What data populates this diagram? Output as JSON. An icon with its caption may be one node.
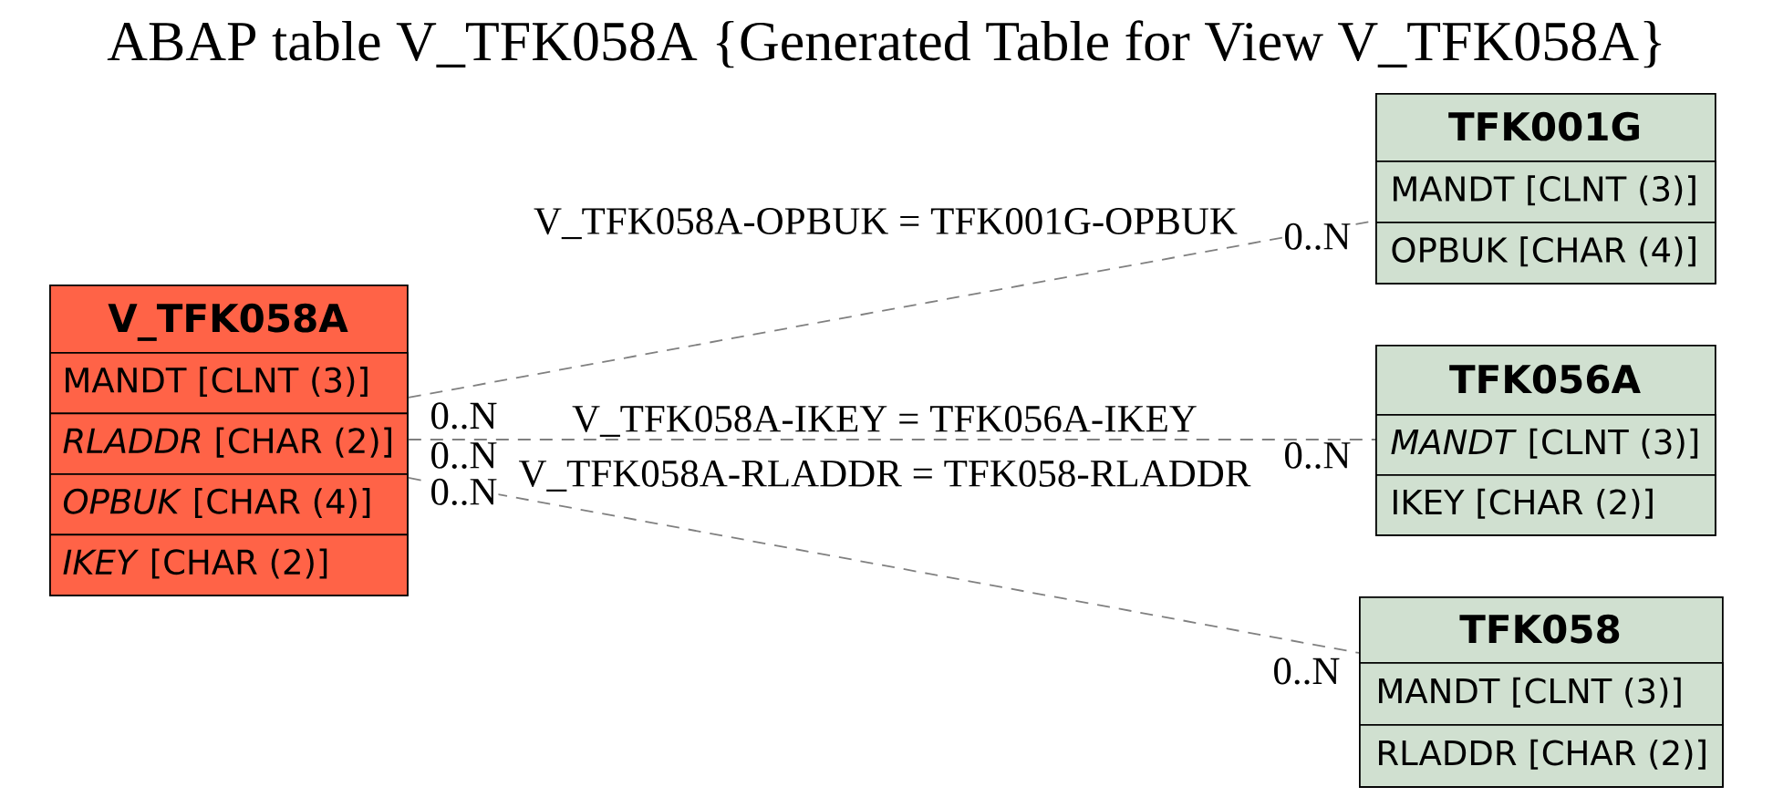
{
  "diagram": {
    "title": "ABAP table V_TFK058A {Generated Table for View V_TFK058A}",
    "nodes": [
      {
        "text": [
          "V_TFK058A"
        ]
      },
      {
        "text": [
          "MANDT [CLNT (3)]"
        ],
        "in": 0
      },
      {
        "text": [
          "*RLADDR* [CHAR (2)]"
        ],
        "in": 0
      },
      {
        "text": [
          "*OPBUK* [CHAR (4)]"
        ],
        "in": 0
      },
      {
        "text": [
          "*IKEY* [CHAR (2)]"
        ],
        "in": 0
      },
      {
        "text": [
          "TFK001G"
        ]
      },
      {
        "text": [
          "MANDT [CLNT (3)]"
        ],
        "in": 5
      },
      {
        "text": [
          "OPBUK [CHAR (4)]"
        ],
        "in": 5
      },
      {
        "text": [
          "TFK056A"
        ]
      },
      {
        "text": [
          "*MANDT* [CLNT (3)]"
        ],
        "in": 8
      },
      {
        "text": [
          "IKEY [CHAR (2)]"
        ],
        "in": 8
      },
      {
        "text": [
          "TFK058"
        ]
      },
      {
        "text": [
          "MANDT [CLNT (3)]"
        ],
        "in": 11
      },
      {
        "text": [
          "RLADDR [CHAR (2)]"
        ],
        "in": 11
      }
    ],
    "edges": [
      {
        "from": 0,
        "to": 5,
        "arrow": "none",
        "style": "dashed",
        "label": "V_TFK058A-OPBUK = TFK001G-OPBUK"
      },
      {
        "from": 0,
        "to": 8,
        "arrow": "none",
        "style": "dashed",
        "label": "V_TFK058A-IKEY = TFK056A-IKEY"
      },
      {
        "from": 0,
        "to": 11,
        "arrow": "none",
        "style": "dashed",
        "label": "V_TFK058A-RLADDR = TFK058-RLADDR"
      }
    ],
    "labels": [
      "0..N",
      "0..N",
      "0..N",
      "0..N",
      "0..N",
      "0..N"
    ]
  }
}
